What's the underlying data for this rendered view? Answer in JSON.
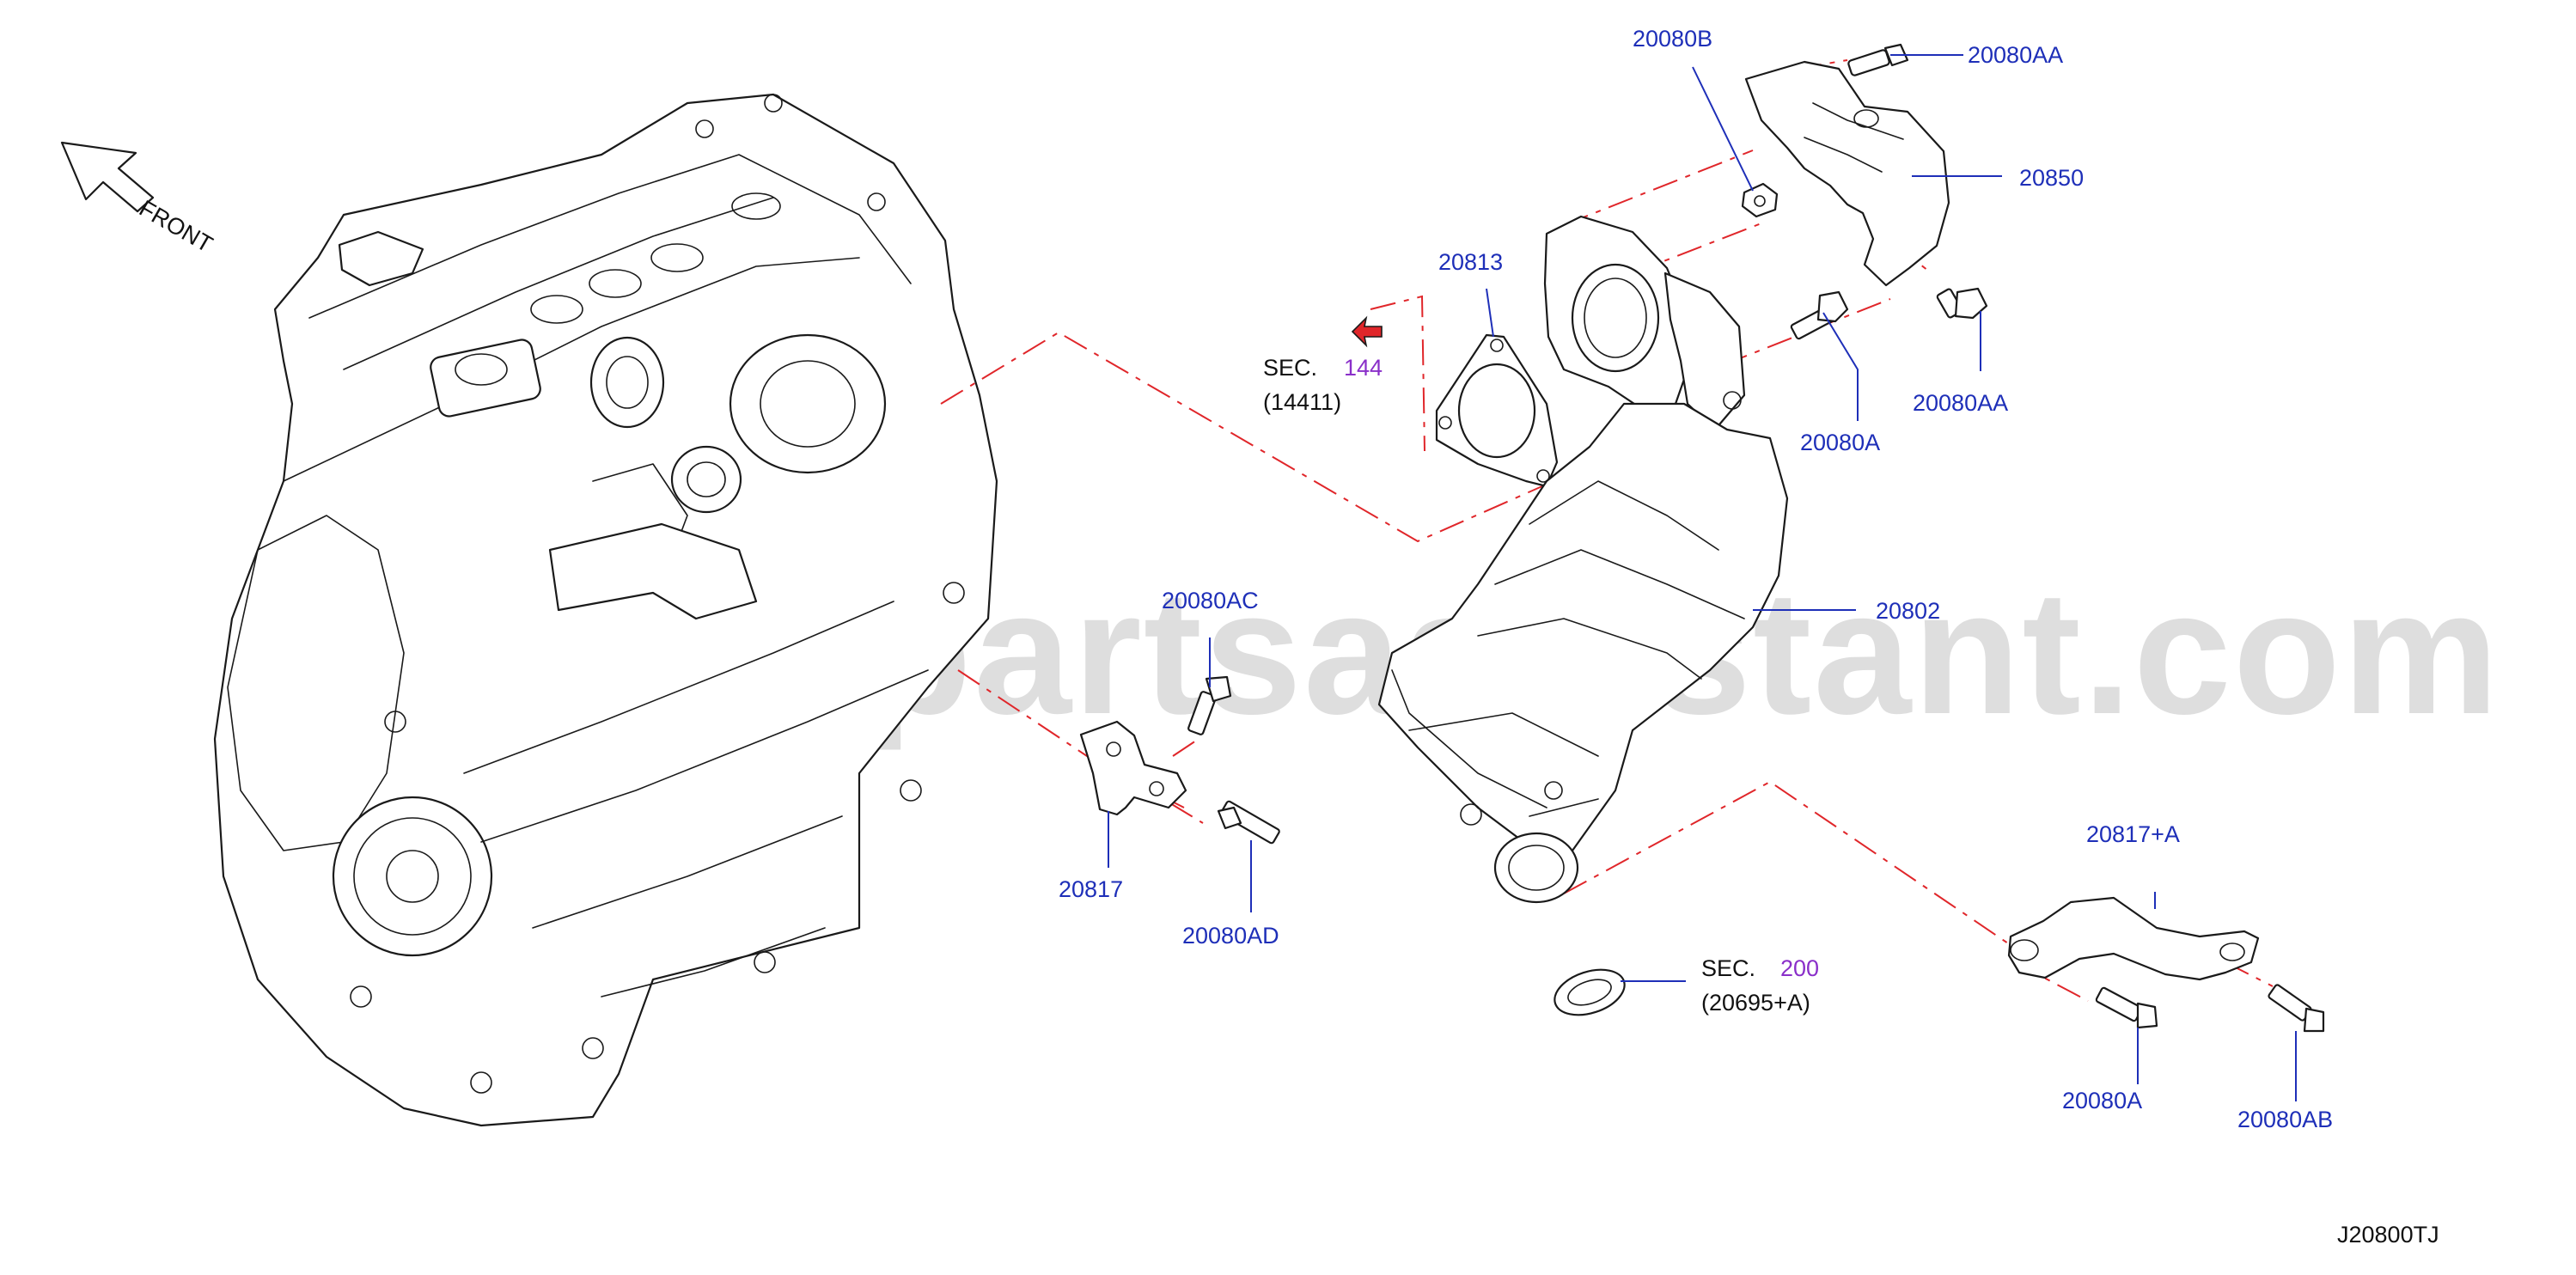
{
  "front_label": "FRONT",
  "diagram_code": "J20800TJ",
  "watermark": "www.partsassistant.com",
  "callouts": {
    "p20080B": "20080B",
    "p20080AA_top": "20080AA",
    "p20850": "20850",
    "p20813": "20813",
    "p20080AA_right": "20080AA",
    "p20080A_upper": "20080A",
    "p20802": "20802",
    "p20080AC": "20080AC",
    "p20817": "20817",
    "p20080AD": "20080AD",
    "p20817A": "20817+A",
    "p20080A_lower": "20080A",
    "p20080AB": "20080AB"
  },
  "sections": {
    "sec144": {
      "prefix": "SEC.",
      "number": "144",
      "ref": "(14411)"
    },
    "sec200": {
      "prefix": "SEC.",
      "number": "200",
      "ref": "(20695+A)"
    }
  },
  "colors": {
    "callout": "#1e2fb8",
    "section_number": "#8a2fc9",
    "dash_line": "#e0262a",
    "line_art": "#1a1a1a"
  }
}
